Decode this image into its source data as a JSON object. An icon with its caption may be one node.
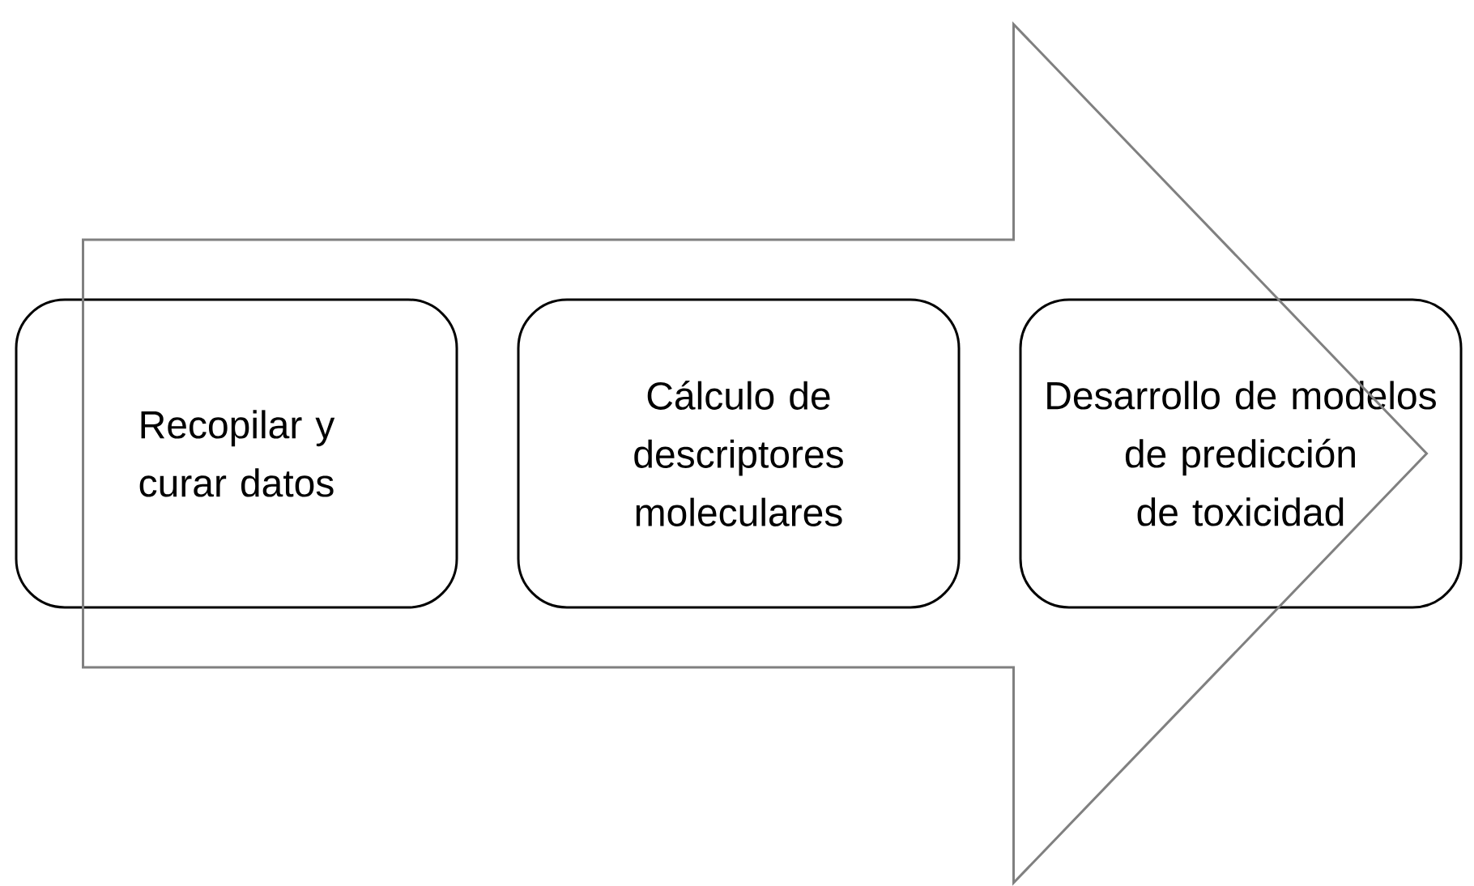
{
  "diagram": {
    "nodes": [
      {
        "text": [
          "Recopilar y curar datos"
        ]
      },
      {
        "text": [
          "Cálculo de descriptores moleculares"
        ]
      },
      {
        "text": [
          "Desarrollo de modelos de predicción de toxicidad"
        ]
      }
    ],
    "edges": [
      {
        "from": 0,
        "to": 2,
        "arrow": "to"
      }
    ]
  }
}
